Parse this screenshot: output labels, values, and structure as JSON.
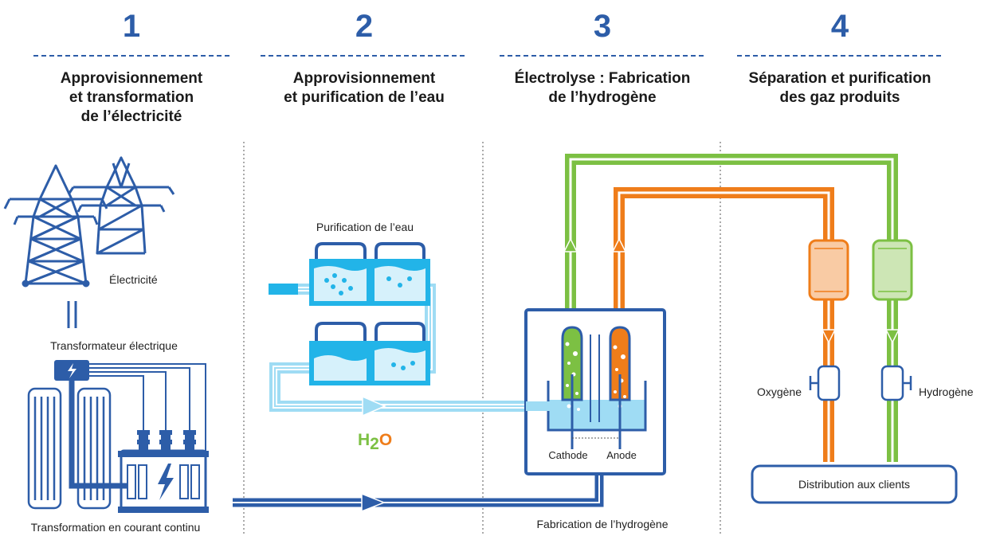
{
  "steps": [
    {
      "number": "1",
      "heading": [
        "Approvisionnement",
        "et transformation",
        "de l’électricité"
      ]
    },
    {
      "number": "2",
      "heading": [
        "Approvisionnement",
        "et purification de l’eau"
      ]
    },
    {
      "number": "3",
      "heading": [
        "Électrolyse : Fabrication",
        "de l’hydrogène"
      ]
    },
    {
      "number": "4",
      "heading": [
        "Séparation et purification",
        "des gaz produits"
      ]
    }
  ],
  "labels": {
    "electricity": "Électricité",
    "transformer": "Transformateur électrique",
    "dc_conversion": "Transformation en courant continu",
    "water_purification": "Purification de l’eau",
    "h2o_h": "H",
    "h2o_sub": "2",
    "h2o_o": "O",
    "cathode": "Cathode",
    "anode": "Anode",
    "hydrogen_production": "Fabrication de l’hydrogène",
    "oxygen": "Oxygène",
    "hydrogen": "Hydrogène",
    "distribution": "Distribution aux clients"
  },
  "colors": {
    "blue_dark": "#2d5da8",
    "blue_light": "#22b4e8",
    "water_light": "#9fdcf4",
    "green": "#7cc043",
    "orange": "#ef7d1a",
    "title_number": "#2d5da8"
  }
}
